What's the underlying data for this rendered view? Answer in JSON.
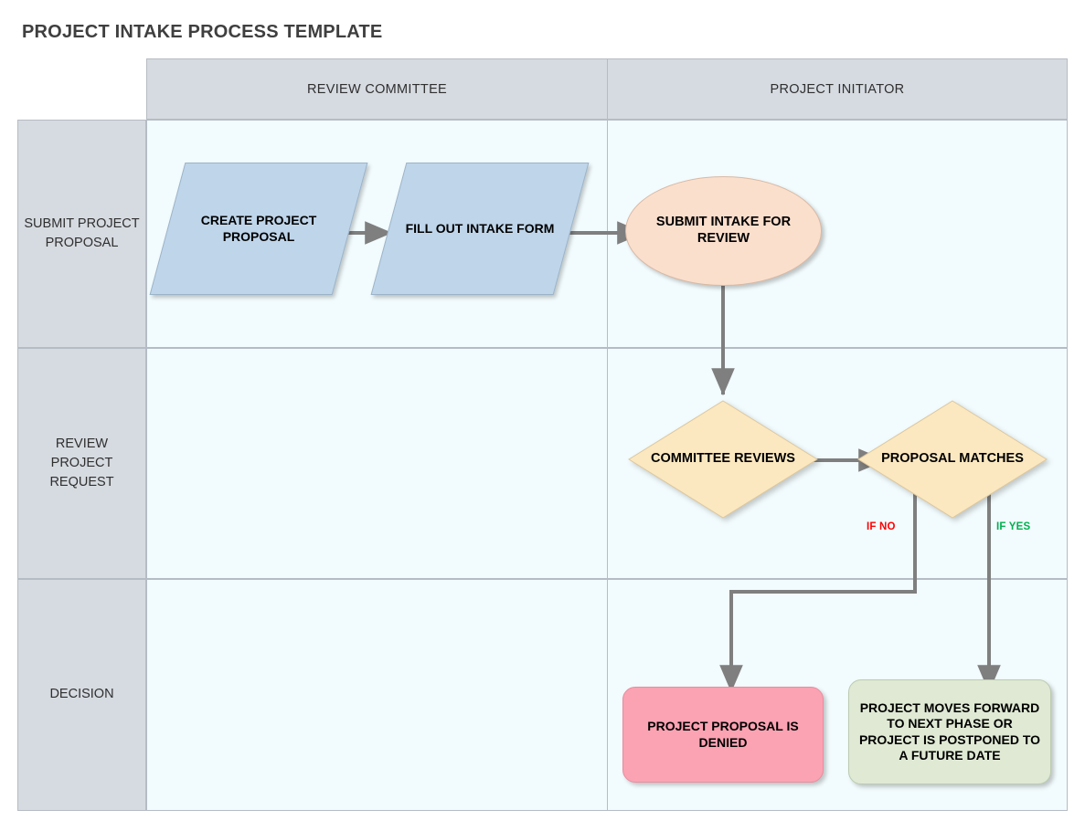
{
  "page": {
    "title": "PROJECT INTAKE PROCESS TEMPLATE"
  },
  "colors": {
    "lane_header_bg": "#d6dbe1",
    "lane_border": "#b6bcc4",
    "cell_bg": "#f2fbfd",
    "process_blue": "#bfd5ea",
    "start_peach": "#fbdfcd",
    "decision_cream": "#fbe8c0",
    "denied_pink": "#fba3b3",
    "approved_green": "#dfe9d4",
    "connector_gray": "#7f7f7f",
    "label_no_red": "#ff0000",
    "label_yes_green": "#00b050",
    "title_gray": "#3f3f3f"
  },
  "swimlane": {
    "corner_label": "",
    "columns": [
      {
        "id": "review-committee",
        "label": "REVIEW COMMITTEE"
      },
      {
        "id": "project-initiator",
        "label": "PROJECT INITIATOR"
      }
    ],
    "rows": [
      {
        "id": "submit-project-proposal",
        "label": "SUBMIT PROJECT PROPOSAL"
      },
      {
        "id": "review-project-request",
        "label": "REVIEW PROJECT REQUEST"
      },
      {
        "id": "decision",
        "label": "DECISION"
      }
    ]
  },
  "nodes": [
    {
      "id": "create-project-proposal",
      "shape": "parallelogram",
      "label": "CREATE PROJECT PROPOSAL",
      "lane": "REVIEW COMMITTEE",
      "row": "SUBMIT PROJECT PROPOSAL",
      "fill": "#bfd5ea"
    },
    {
      "id": "fill-out-intake-form",
      "shape": "parallelogram",
      "label": "FILL OUT INTAKE FORM",
      "lane": "REVIEW COMMITTEE",
      "row": "SUBMIT PROJECT PROPOSAL",
      "fill": "#bfd5ea"
    },
    {
      "id": "submit-intake-for-review",
      "shape": "ellipse",
      "label": "SUBMIT INTAKE FOR REVIEW",
      "lane": "PROJECT INITIATOR",
      "row": "SUBMIT PROJECT PROPOSAL",
      "fill": "#fbdfcd"
    },
    {
      "id": "committee-reviews",
      "shape": "diamond",
      "label": "COMMITTEE REVIEWS",
      "lane": "PROJECT INITIATOR",
      "row": "REVIEW PROJECT REQUEST",
      "fill": "#fbe8c0"
    },
    {
      "id": "proposal-matches",
      "shape": "diamond",
      "label": "PROPOSAL MATCHES",
      "lane": "PROJECT INITIATOR",
      "row": "REVIEW PROJECT REQUEST",
      "fill": "#fbe8c0"
    },
    {
      "id": "project-proposal-is-denied",
      "shape": "rounded-rectangle",
      "label": "PROJECT PROPOSAL IS DENIED",
      "lane": "PROJECT INITIATOR",
      "row": "DECISION",
      "fill": "#fba3b3"
    },
    {
      "id": "project-moves-forward",
      "shape": "rounded-rectangle",
      "label": "PROJECT MOVES FORWARD TO NEXT PHASE OR PROJECT IS POSTPONED TO A FUTURE DATE",
      "lane": "PROJECT INITIATOR",
      "row": "DECISION",
      "fill": "#dfe9d4"
    }
  ],
  "node_labels": {
    "create_project_proposal": "CREATE PROJECT PROPOSAL",
    "fill_out_intake_form": "FILL OUT INTAKE FORM",
    "submit_intake_for_review": "SUBMIT INTAKE FOR REVIEW",
    "committee_reviews": "COMMITTEE REVIEWS",
    "proposal_matches": "PROPOSAL MATCHES",
    "project_proposal_is_denied": "PROJECT PROPOSAL IS DENIED",
    "project_moves_forward": "PROJECT MOVES FORWARD TO NEXT PHASE OR PROJECT IS POSTPONED TO A FUTURE DATE"
  },
  "edges": [
    {
      "id": "create-to-fill",
      "from": "create-project-proposal",
      "to": "fill-out-intake-form",
      "label": ""
    },
    {
      "id": "fill-to-submit",
      "from": "fill-out-intake-form",
      "to": "submit-intake-for-review",
      "label": ""
    },
    {
      "id": "submit-to-committee",
      "from": "submit-intake-for-review",
      "to": "committee-reviews",
      "label": ""
    },
    {
      "id": "committee-to-proposal",
      "from": "committee-reviews",
      "to": "proposal-matches",
      "label": ""
    },
    {
      "id": "proposal-no",
      "from": "proposal-matches",
      "to": "project-proposal-is-denied",
      "label": "IF NO",
      "color": "#ff0000"
    },
    {
      "id": "proposal-yes",
      "from": "proposal-matches",
      "to": "project-moves-forward",
      "label": "IF YES",
      "color": "#00b050"
    }
  ],
  "edge_labels": {
    "if_no": "IF NO",
    "if_yes": "IF YES"
  }
}
